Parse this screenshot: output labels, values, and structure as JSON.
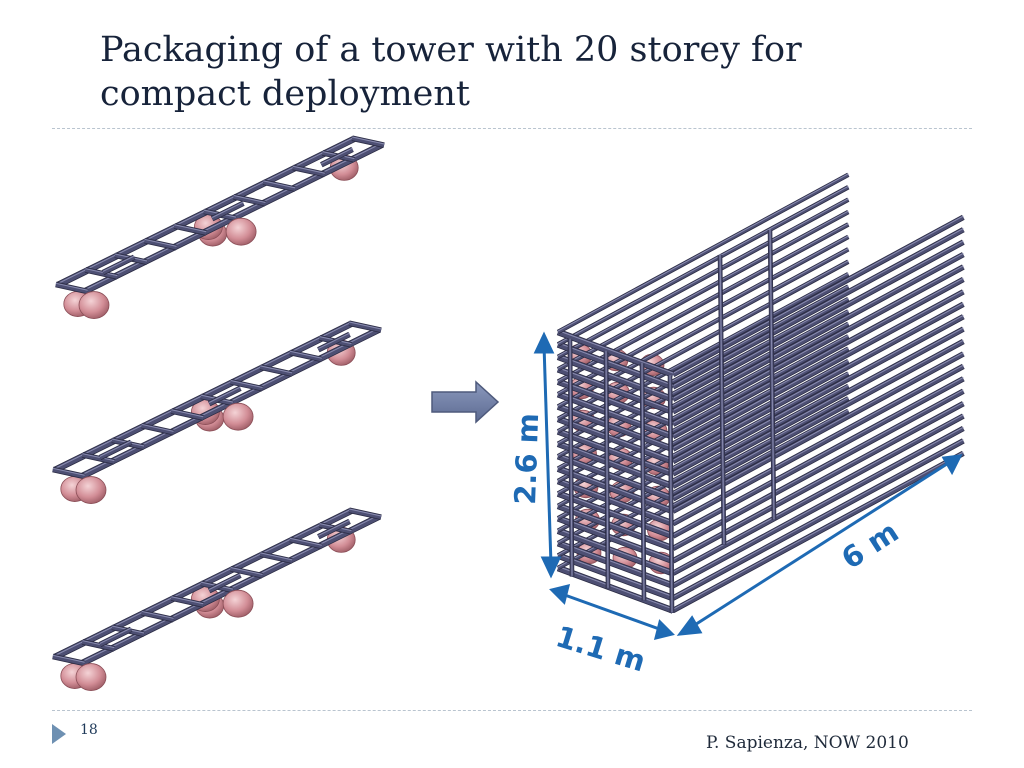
{
  "slide": {
    "title": "Packaging of a tower with 20 storey for compact deployment",
    "page_number": "18",
    "footer": "P. Sapienza, NOW 2010"
  },
  "dimensions": {
    "height": "2.6 m",
    "length": "6 m",
    "width": "1.1 m"
  },
  "colors": {
    "frame": "#4d4f73",
    "sphere": "#c9848d",
    "dimension": "#1e6ab4",
    "arrow": "#7585a8"
  }
}
